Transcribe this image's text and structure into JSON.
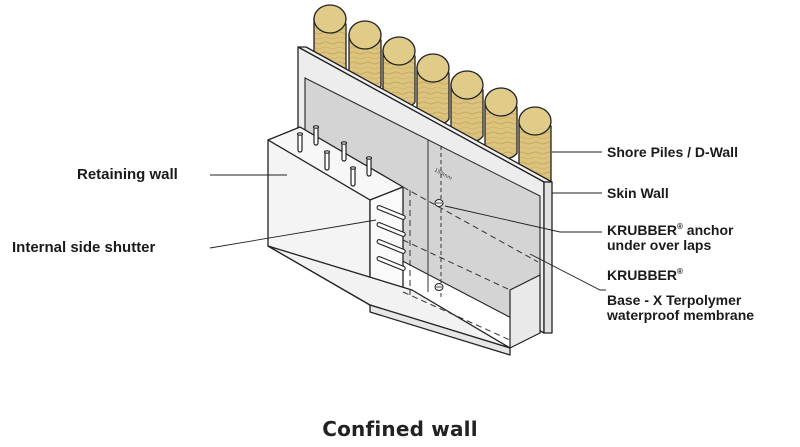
{
  "caption": "Confined wall",
  "labels": {
    "shore_piles": "Shore Piles / D-Wall",
    "skin_wall": "Skin Wall",
    "krubber_anchor_name": "KRUBBER",
    "krubber_anchor_rest": " anchor",
    "krubber_anchor_line2": "under over laps",
    "krubber_membrane_name": "KRUBBER",
    "membrane_line1": "Base - X Terpolymer",
    "membrane_line2": "waterproof membrane",
    "retaining_wall": "Retaining wall",
    "internal_side_shutter": "Internal side shutter",
    "registered_mark": "®",
    "overlap_mark": "150mm"
  },
  "colors": {
    "pile_fill": "#d9c27a",
    "pile_grain": "#b89a4c",
    "membrane": "#d2d2d2",
    "skin_wall": "#eeeeee",
    "outline": "#222222"
  }
}
